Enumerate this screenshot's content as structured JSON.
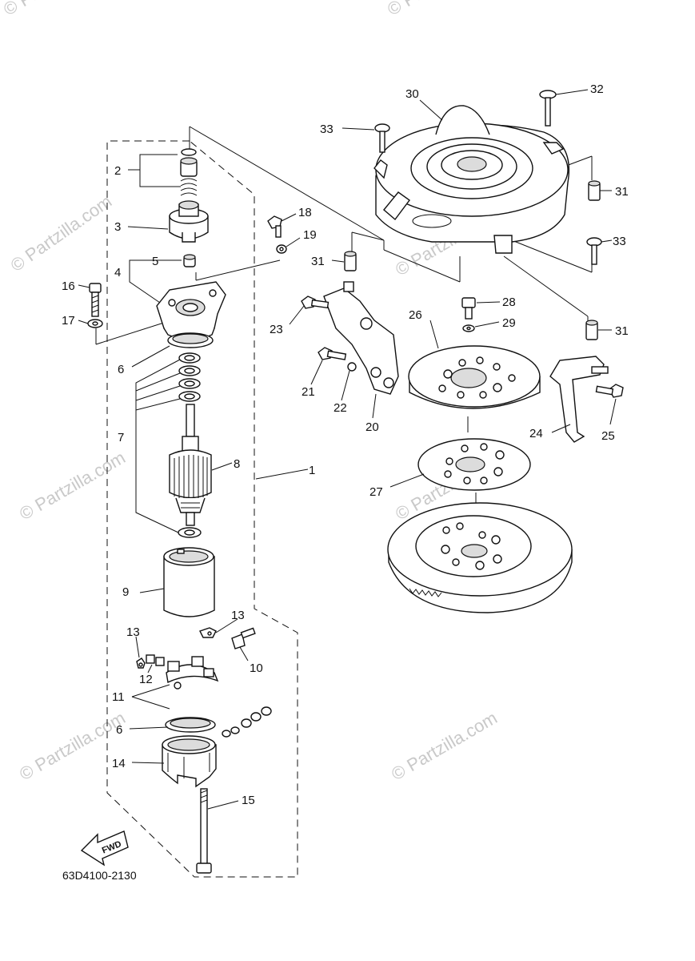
{
  "diagram_code": "63D4100-2130",
  "fwd_label": "FWD",
  "watermark": "© Partzilla.com",
  "callouts": {
    "c1": "1",
    "c2": "2",
    "c3": "3",
    "c4": "4",
    "c5": "5",
    "c6a": "6",
    "c6b": "6",
    "c7": "7",
    "c8": "8",
    "c9": "9",
    "c10": "10",
    "c11": "11",
    "c12": "12",
    "c13a": "13",
    "c13b": "13",
    "c14": "14",
    "c15": "15",
    "c16": "16",
    "c17": "17",
    "c18": "18",
    "c19": "19",
    "c20": "20",
    "c21": "21",
    "c22": "22",
    "c23": "23",
    "c24": "24",
    "c25": "25",
    "c26": "26",
    "c27": "27",
    "c28": "28",
    "c29": "29",
    "c30": "30",
    "c31a": "31",
    "c31b": "31",
    "c31c": "31",
    "c32": "32",
    "c33a": "33",
    "c33b": "33"
  }
}
